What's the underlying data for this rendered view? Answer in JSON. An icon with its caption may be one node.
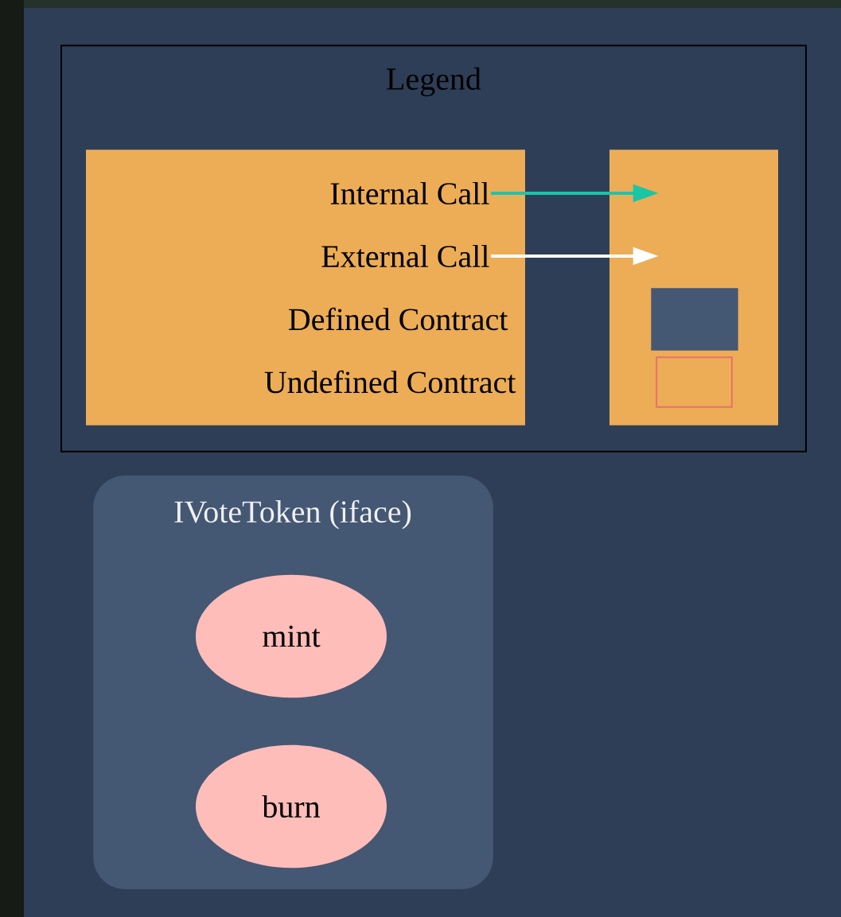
{
  "diagram": {
    "nodes": [
      {
        "text": [
          "Legend"
        ]
      },
      {
        "text": [],
        "shape": "box",
        "in": 0
      },
      {
        "text": [
          "Internal Call"
        ],
        "in": 1
      },
      {
        "text": [
          "External Call"
        ],
        "in": 1
      },
      {
        "text": [
          "Defined Contract"
        ],
        "in": 1
      },
      {
        "text": [
          "Undefined Contract"
        ],
        "in": 1
      },
      {
        "text": [],
        "shape": "box",
        "in": 0
      },
      {
        "text": [],
        "shape": "box",
        "in": 6
      },
      {
        "text": [],
        "shape": "box",
        "in": 6
      },
      {
        "text": [
          "IVoteToken (iface)"
        ]
      },
      {
        "text": [
          "mint"
        ],
        "in": 9
      },
      {
        "text": [
          "burn"
        ],
        "in": 9
      }
    ],
    "edges": [
      {
        "from": 2,
        "to": 6,
        "arrow": "to",
        "color": "#1bc6a6"
      },
      {
        "from": 3,
        "to": 6,
        "arrow": "to",
        "color": "#ffffff"
      }
    ]
  }
}
